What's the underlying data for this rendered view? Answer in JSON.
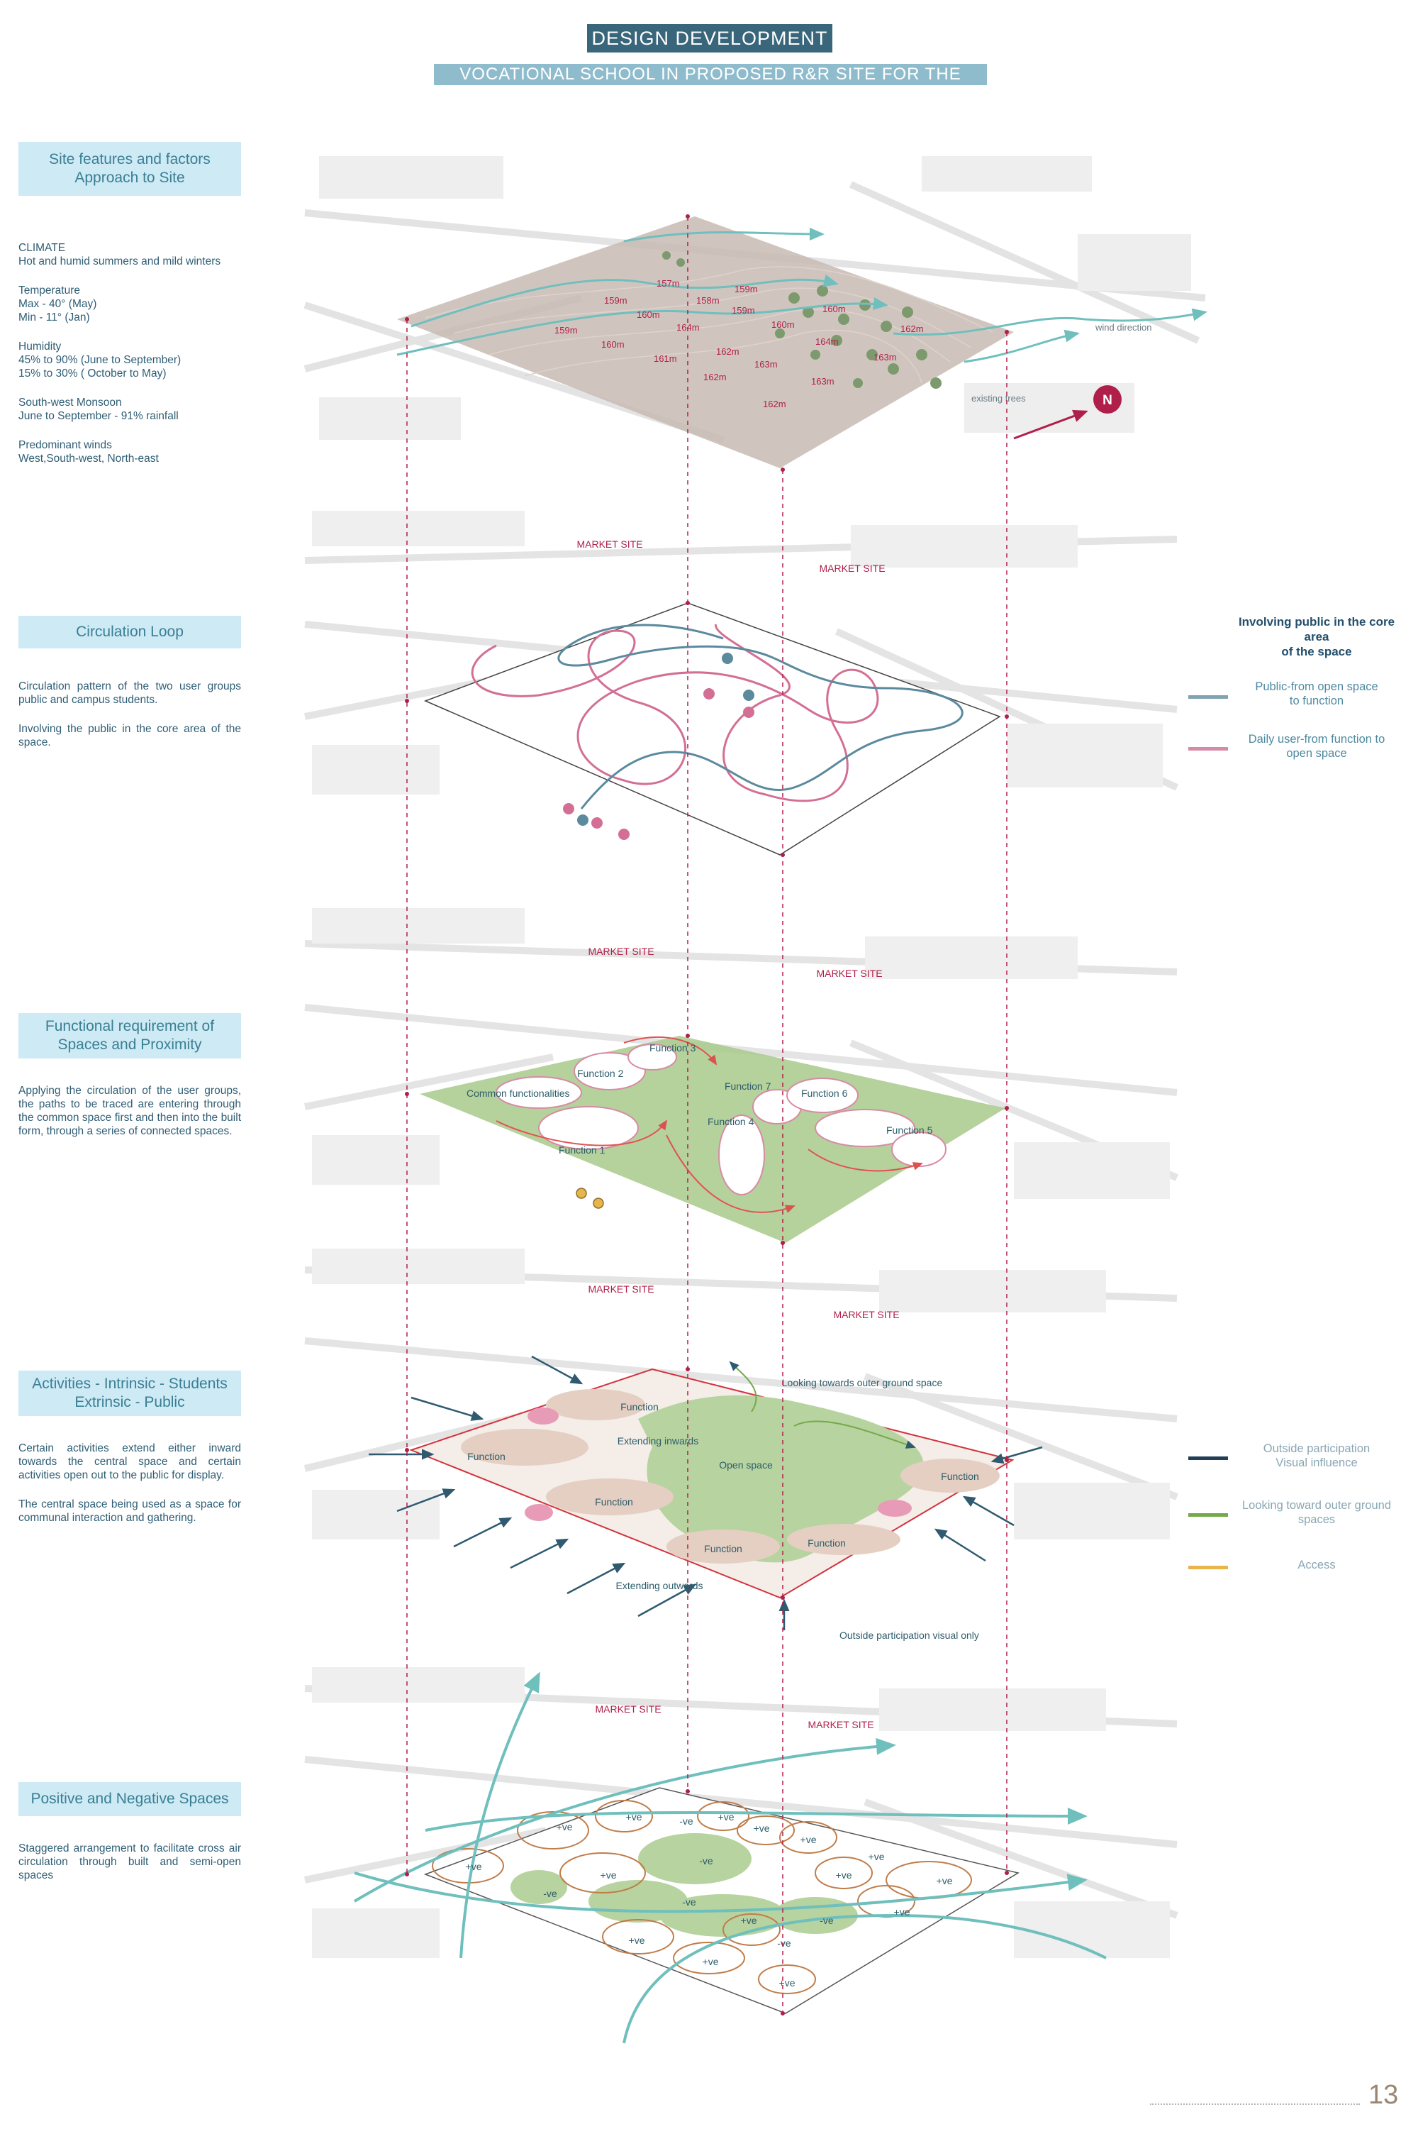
{
  "header": {
    "title": "DESIGN DEVELOPMENT",
    "subtitle": "VOCATIONAL SCHOOL IN PROPOSED R&R  SITE FOR THE VILLAGE"
  },
  "sections": {
    "site": {
      "heading": [
        "Site features and factors",
        "Approach to Site"
      ],
      "climate_label": "CLIMATE",
      "climate_text": "Hot and humid summers and mild winters",
      "temp_label": "Temperature",
      "temp_max": "Max - 40° (May)",
      "temp_min": "Min - 11° (Jan)",
      "humidity_label": "Humidity",
      "humidity_1": "45% to 90% (June to September)",
      "humidity_2": "15% to 30% ( October to May)",
      "monsoon_label": "South-west Monsoon",
      "monsoon_text": "June to September - 91% rainfall",
      "winds_label": "Predominant winds",
      "winds_text": "West,South-west, North-east"
    },
    "circulation": {
      "heading": [
        "Circulation Loop"
      ],
      "para1": "Circulation pattern of the two user groups public and campus students.",
      "para2": "Involving the public in the core area of the space."
    },
    "functional": {
      "heading": [
        "Functional requirement of",
        "Spaces and Proximity"
      ],
      "para1": "Applying the circulation of the user groups, the paths to be traced are entering through the common space first and then into the built form, through a series of connected spaces."
    },
    "activities": {
      "heading": [
        "Activities - Intrinsic - Students",
        "Extrinsic - Public"
      ],
      "para1": "Certain activities extend either inward towards the central space and certain activities open out to the public for display.",
      "para2": "The central space being used as a space for communal interaction and gathering."
    },
    "positive": {
      "heading": [
        "Positive and Negative Spaces"
      ],
      "para1": "Staggered arrangement to facilitate cross air circulation through built and semi-open spaces"
    }
  },
  "legends": {
    "circulation": {
      "heading": [
        "Involving public in the core",
        "area",
        "of the space"
      ],
      "items": [
        {
          "lines": [
            "Public-from open space",
            "to function"
          ],
          "color": "#7fa3b3"
        },
        {
          "lines": [
            "Daily user-from function to",
            "open space"
          ],
          "color": "#d58aa7"
        }
      ]
    },
    "activities": {
      "items": [
        {
          "lines": [
            "Outside participation",
            "Visual influence"
          ],
          "color": "#223f57"
        },
        {
          "lines": [
            "Looking toward outer ground",
            "spaces"
          ],
          "color": "#74a94a"
        },
        {
          "lines": [
            "Access"
          ],
          "color": "#e6b64a"
        }
      ]
    }
  },
  "diagram1": {
    "contours": [
      "157m",
      "159m",
      "158m",
      "159m",
      "159m",
      "160m",
      "164m",
      "160m",
      "160m",
      "162m",
      "159m",
      "160m",
      "161m",
      "162m",
      "163m",
      "163m",
      "162m",
      "164m",
      "163m",
      "162m"
    ],
    "wind_label": "wind direction",
    "trees_label": "existing trees",
    "north": "N"
  },
  "diagram2": {
    "market_labels": [
      "MARKET SITE",
      "MARKET SITE"
    ]
  },
  "diagram3": {
    "market_labels": [
      "MARKET SITE",
      "MARKET SITE"
    ],
    "functions": [
      "Function 3",
      "Function 2",
      "Common functionalities",
      "Function 7",
      "Function 6",
      "Function 4",
      "Function 5",
      "Function 1"
    ]
  },
  "diagram4": {
    "market_labels": [
      "MARKET SITE",
      "MARKET SITE"
    ],
    "labels": [
      "Function",
      "Extending inwards",
      "Function",
      "Open space",
      "Function",
      "Function",
      "Function",
      "Function",
      "Extending outwards",
      "Looking towards outer ground space"
    ],
    "bottom_note": "Outside participation visual only"
  },
  "diagram5": {
    "market_labels": [
      "MARKET SITE",
      "MARKET SITE"
    ],
    "tags": [
      "+ve",
      "+ve",
      "-ve",
      "+ve",
      "+ve",
      "+ve",
      "+ve",
      "-ve",
      "+ve",
      "+ve",
      "+ve",
      "-ve",
      "-ve",
      "+ve",
      "+ve",
      "-ve",
      "+ve",
      "-ve",
      "+ve",
      "+ve",
      "+ve"
    ]
  },
  "page_number": "13",
  "colors": {
    "accent_dark": "#39667a",
    "accent_light": "#cdeaf5",
    "crimson": "#b01f4a",
    "teal": "#6fbfbd"
  }
}
